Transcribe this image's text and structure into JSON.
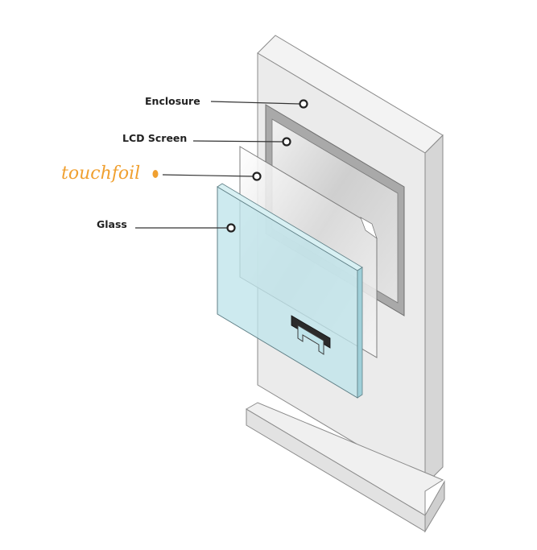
{
  "labels": {
    "enclosure": "Enclosure",
    "lcd_screen": "LCD Screen",
    "touchfoil": "touchfoil",
    "glass": "Glass"
  },
  "colors": {
    "enclosure_front": "#e9e9e9",
    "enclosure_side": "#d6d6d6",
    "enclosure_top": "#f2f2f2",
    "outline": "#8a8a8a",
    "lcd_frame": "#a5a5a5",
    "lcd_screen": "#d9d9d9",
    "foil": "#eeeeee",
    "glass": "#bfe4ea",
    "brand": "#f0a030",
    "leader_line": "#333333",
    "callout_marker": "#222222"
  }
}
